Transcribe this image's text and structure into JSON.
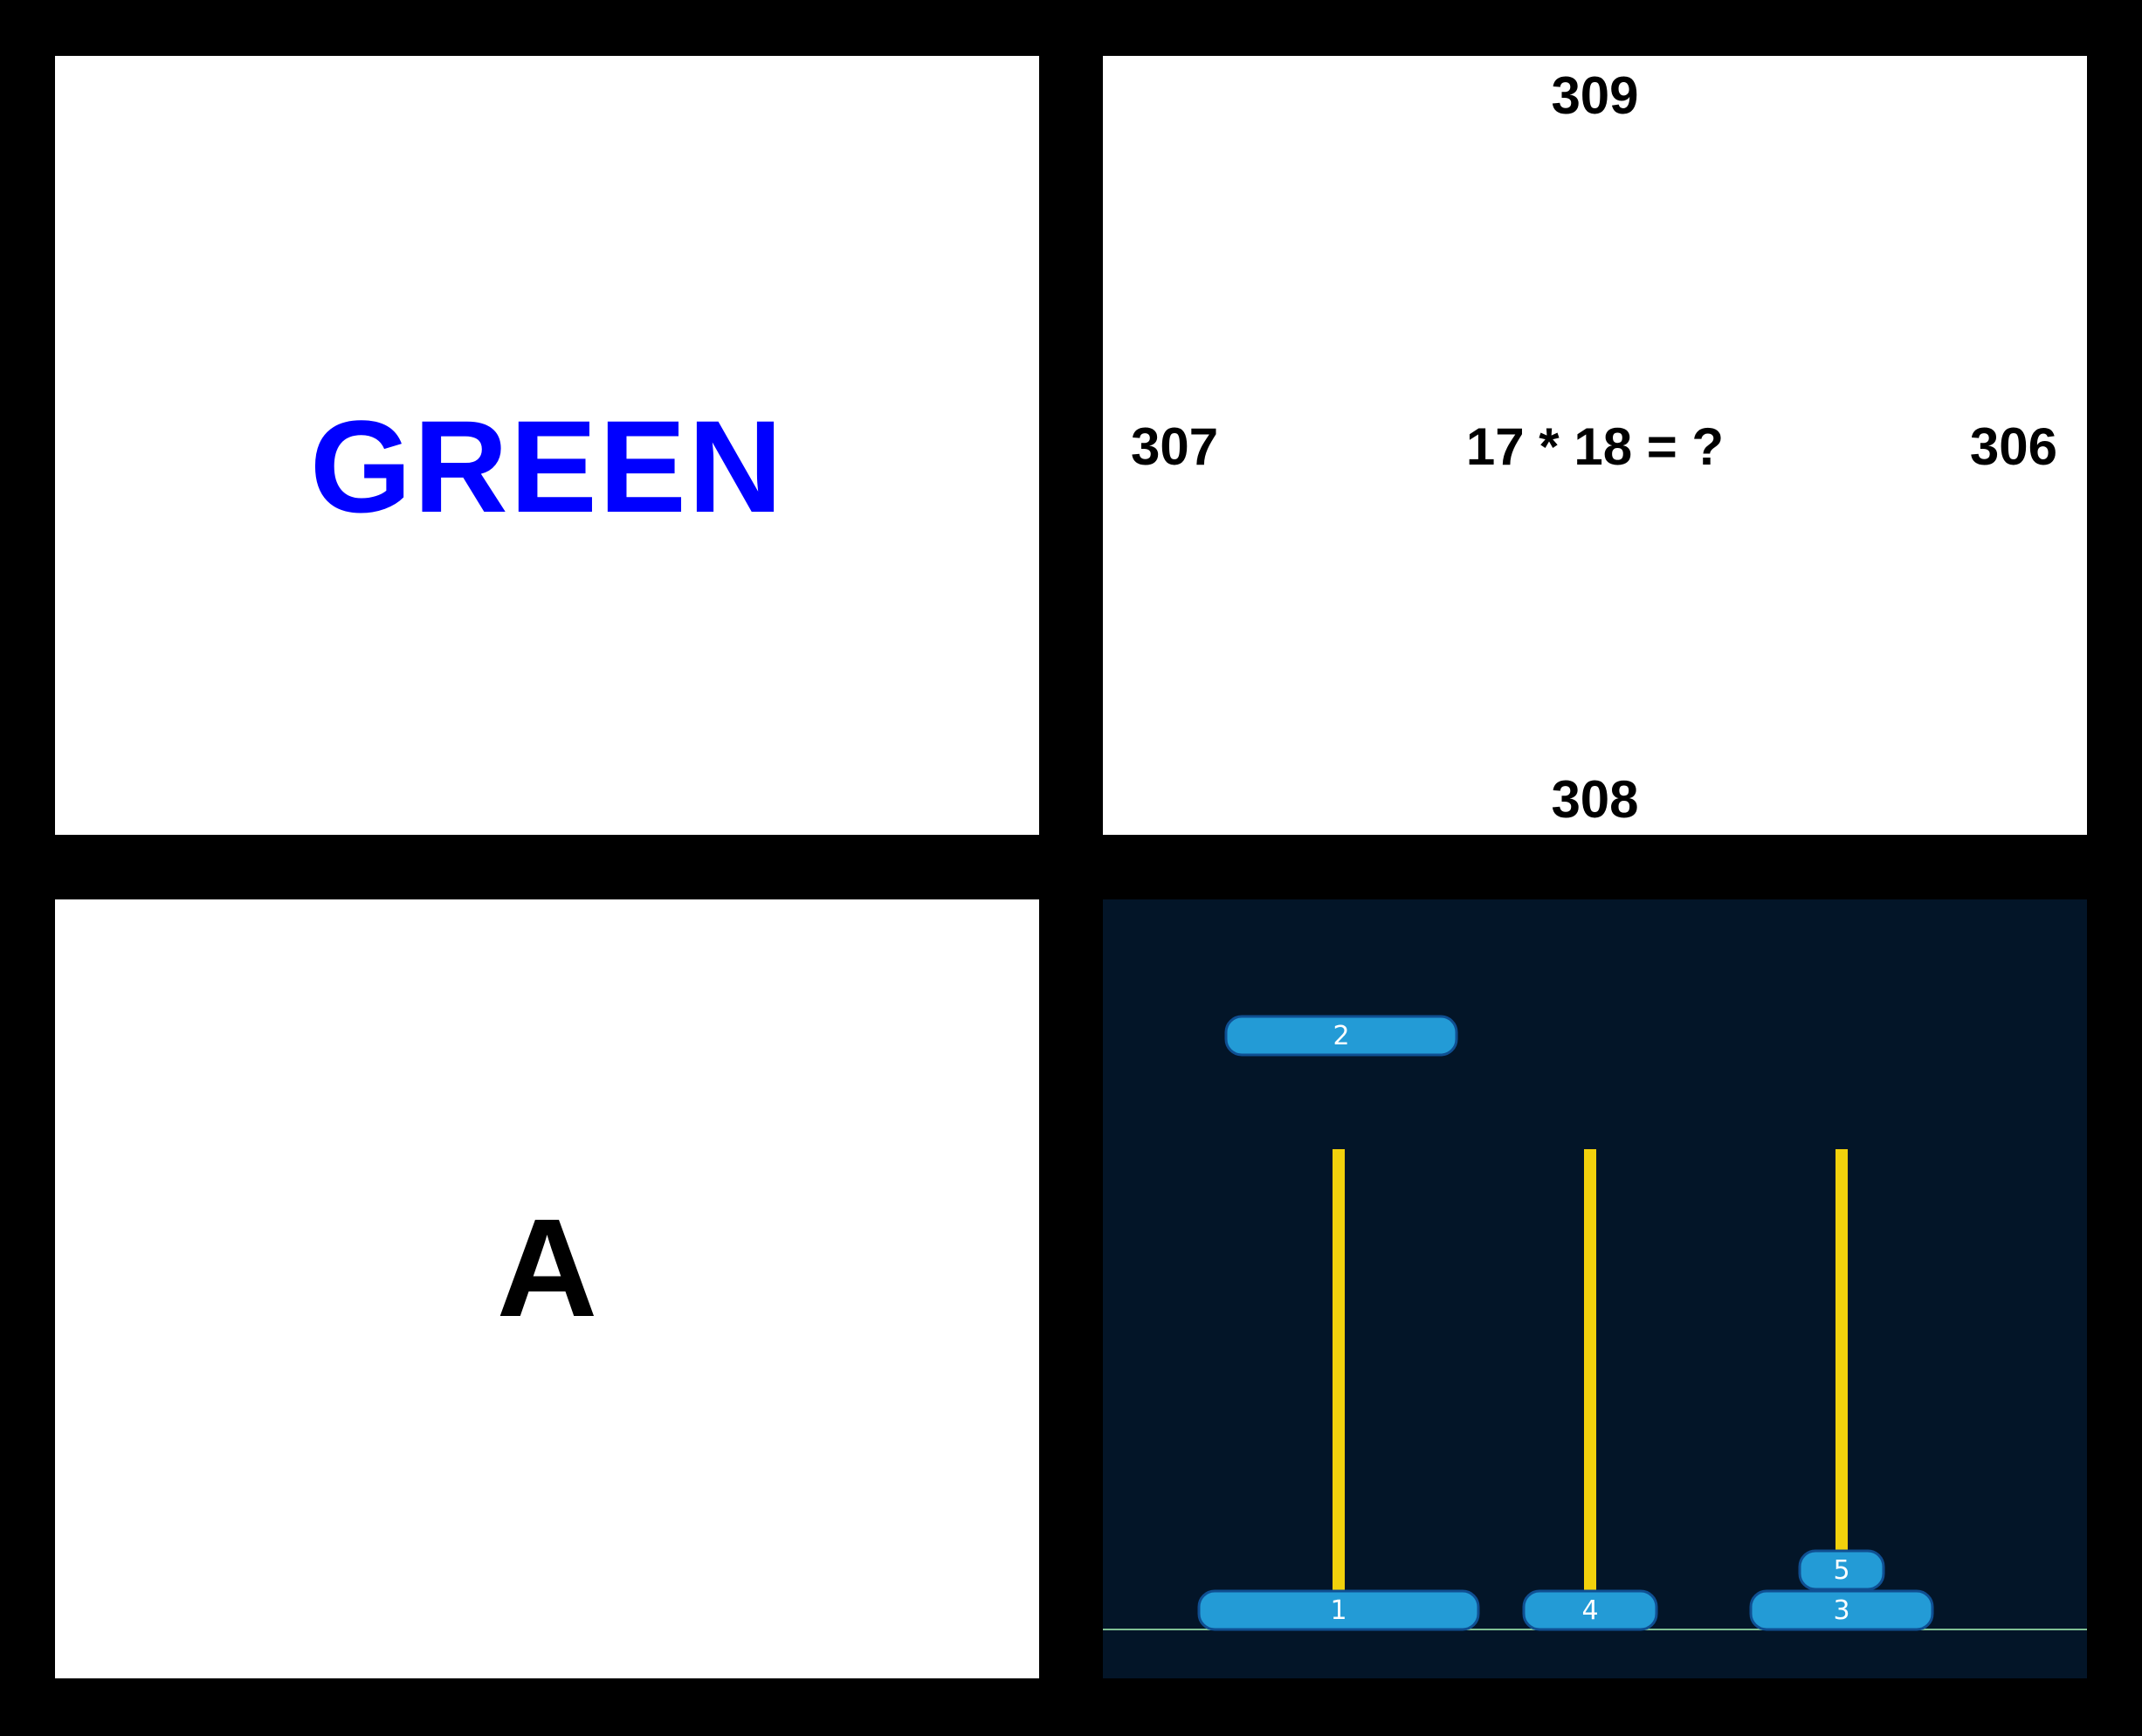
{
  "stroop": {
    "word": "GREEN",
    "ink_color": "#0000ff"
  },
  "math": {
    "question": "17 * 18 = ?",
    "options": {
      "top": "309",
      "left": "307",
      "right": "306",
      "bottom": "308"
    }
  },
  "letter_task": {
    "letter": "A"
  },
  "hanoi": {
    "colors": {
      "background": "#031528",
      "peg": "#f2d10c",
      "disk_fill": "#239bd6",
      "disk_border": "#0f4f92",
      "ground": "#7fbf93"
    },
    "pegs": [
      {
        "label": "",
        "disks": [
          "1"
        ]
      },
      {
        "label": "",
        "disks": [
          "4"
        ]
      },
      {
        "label": "",
        "disks": [
          "3",
          "5"
        ]
      }
    ],
    "held_disk": "2",
    "disk_sizes": {
      "1": 5,
      "2": 4,
      "3": 3,
      "4": 2,
      "5": 1
    }
  }
}
